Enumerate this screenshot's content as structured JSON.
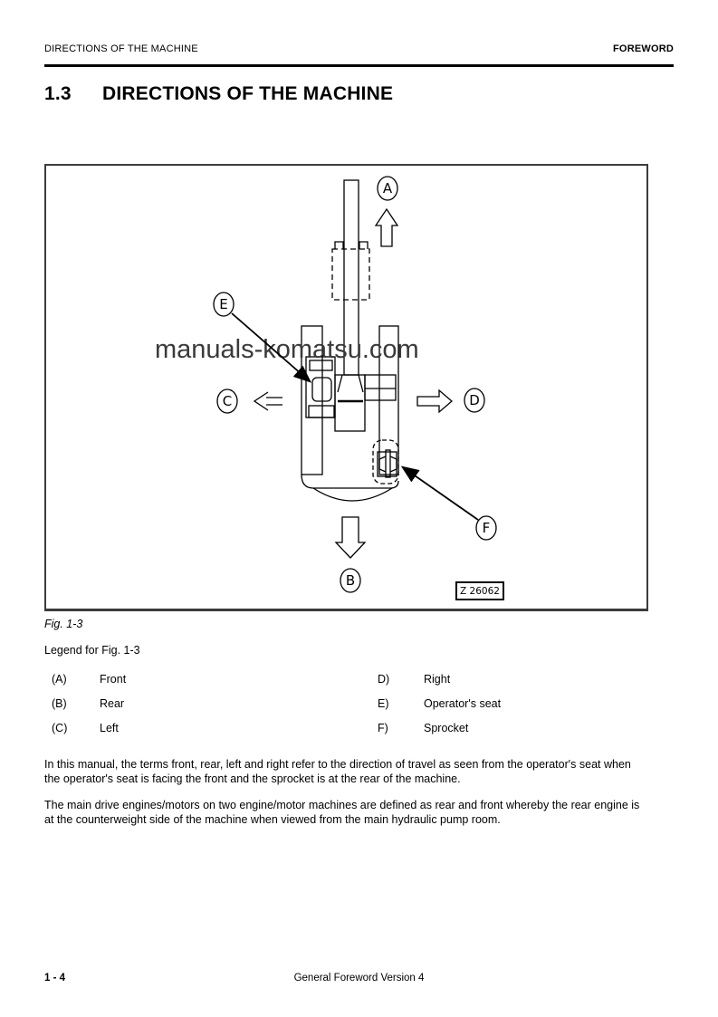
{
  "header": {
    "section": "DIRECTIONS OF THE MACHINE",
    "book": "FOREWORD"
  },
  "title": {
    "number": "1.3",
    "text": "DIRECTIONS OF THE MACHINE"
  },
  "figure": {
    "caption": "Fig. 1-3",
    "watermark": "manuals-komatsu.com",
    "drawing_code": "Z 26062",
    "labels": {
      "a": "A",
      "b": "B",
      "c": "C",
      "d": "D",
      "e": "E",
      "f": "F"
    }
  },
  "legend": {
    "heading": "Legend for Fig. 1-3",
    "items": [
      {
        "key": "(A)",
        "label": "Front"
      },
      {
        "key": "(B)",
        "label": "Rear"
      },
      {
        "key": "(C)",
        "label": "Left"
      },
      {
        "key": "D)",
        "label": "Right"
      },
      {
        "key": "E)",
        "label": "Operator's seat"
      },
      {
        "key": "F)",
        "label": "Sprocket"
      }
    ]
  },
  "paragraphs": [
    "In this manual, the terms front, rear, left and right refer to the direction of travel as seen from the operator's seat when the operator's seat is facing the front and the sprocket is at the rear of the machine.",
    "The main drive engines/motors on two engine/motor machines are defined as rear and front whereby the rear engine is at the counterweight side of the machine when viewed from the main hydraulic pump room."
  ],
  "footer": {
    "page_number": "1 - 4",
    "center": "General Foreword Version 4"
  },
  "colors": {
    "ink": "#000000",
    "watermark": "#3a3a3a",
    "figure_border": "#3c3c3c"
  }
}
